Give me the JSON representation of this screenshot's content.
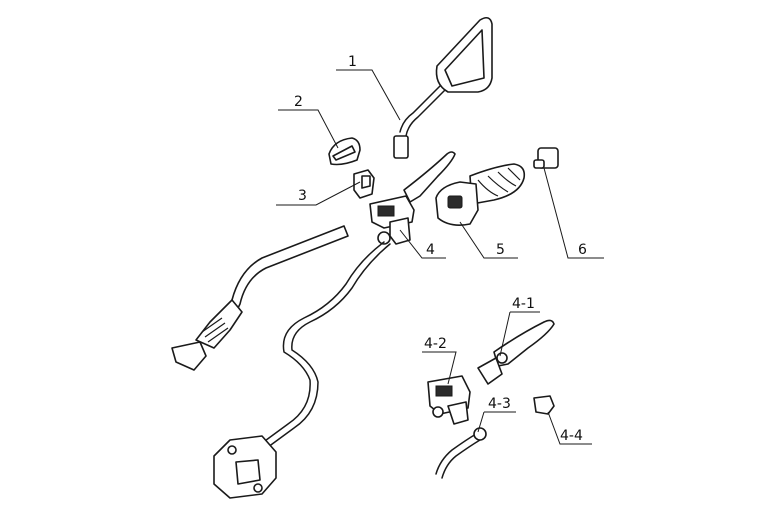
{
  "callouts": [
    {
      "id": "c1",
      "text": "1"
    },
    {
      "id": "c2",
      "text": "2"
    },
    {
      "id": "c3",
      "text": "3"
    },
    {
      "id": "c4",
      "text": "4"
    },
    {
      "id": "c5",
      "text": "5"
    },
    {
      "id": "c6",
      "text": "6"
    },
    {
      "id": "c41",
      "text": "4-1"
    },
    {
      "id": "c42",
      "text": "4-2"
    },
    {
      "id": "c43",
      "text": "4-3"
    },
    {
      "id": "c44",
      "text": "4-4"
    }
  ]
}
